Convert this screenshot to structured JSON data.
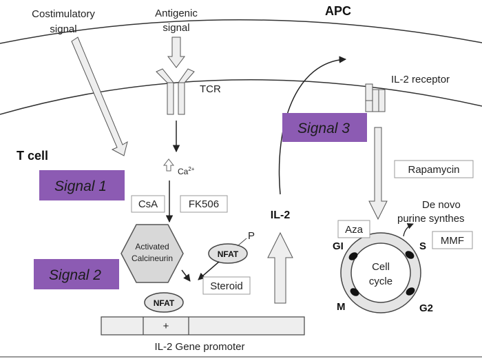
{
  "labels": {
    "costimulatory_line1": "Costimulatory",
    "costimulatory_line2": "signal",
    "antigenic_line1": "Antigenic",
    "antigenic_line2": "signal",
    "apc": "APC",
    "tcr": "TCR",
    "il2_receptor": "IL-2 receptor",
    "t_cell": "T cell",
    "ca_symbol": "Ca",
    "ca_charge": "2+",
    "calcineurin_line1": "Activated",
    "calcineurin_line2": "Calcineurin",
    "nfat_phos": "NFAT",
    "phosphate": "P",
    "nfat": "NFAT",
    "il2": "IL-2",
    "promoter_plus": "+",
    "promoter": "IL-2 Gene promoter",
    "de_novo_line1": "De novo",
    "de_novo_line2": "purine synthes",
    "cell_cycle_line1": "Cell",
    "cell_cycle_line2": "cycle",
    "phase_g1": "GI",
    "phase_s": "S",
    "phase_m": "M",
    "phase_g2": "G2"
  },
  "drugs": {
    "csa": "CsA",
    "fk506": "FK506",
    "steroid": "Steroid",
    "rapamycin": "Rapamycin",
    "aza": "Aza",
    "mmf": "MMF"
  },
  "signals": {
    "signal1": "Signal 1",
    "signal2": "Signal 2",
    "signal3": "Signal 3"
  },
  "colors": {
    "signal_box": "#8c5bb3",
    "line": "#333333",
    "arrow_fill": "#eeeeee",
    "hexagon_fill": "#d8d8d8",
    "oval_fill": "#e2e2e2"
  }
}
